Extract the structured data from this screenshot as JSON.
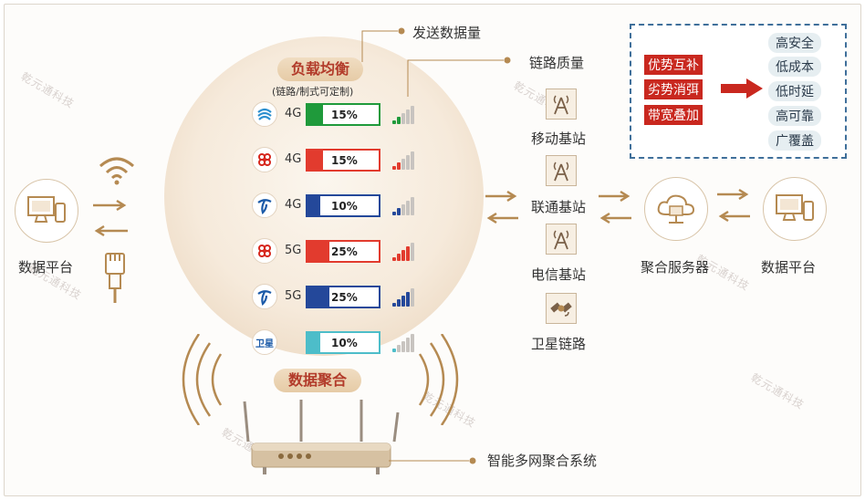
{
  "labels": {
    "left_platform": "数据平台",
    "right_platform": "数据平台",
    "send_volume": "发送数据量",
    "link_quality": "链路质量",
    "load_balance": "负载均衡",
    "load_balance_sub": "(链路/制式可定制)",
    "data_aggregation": "数据聚合",
    "system": "智能多网聚合系统",
    "aggregation_server": "聚合服务器"
  },
  "carriers": [
    {
      "logo": "china-mobile-logo",
      "gen": "4G",
      "pct": "15%",
      "fill": 0.15,
      "color": "#1f9a3b",
      "signal": 2
    },
    {
      "logo": "china-unicom-logo",
      "gen": "4G",
      "pct": "15%",
      "fill": 0.15,
      "color": "#e23b2e",
      "signal": 2
    },
    {
      "logo": "china-telecom-logo",
      "gen": "4G",
      "pct": "10%",
      "fill": 0.1,
      "color": "#24489a",
      "signal": 2
    },
    {
      "logo": "china-unicom-logo",
      "gen": "5G",
      "pct": "25%",
      "fill": 0.25,
      "color": "#e23b2e",
      "signal": 4
    },
    {
      "logo": "china-telecom-logo",
      "gen": "5G",
      "pct": "25%",
      "fill": 0.25,
      "color": "#24489a",
      "signal": 4
    },
    {
      "logo": "satellite-logo",
      "logo_text": "卫星",
      "gen": "",
      "pct": "10%",
      "fill": 0.1,
      "color": "#4dbdc9",
      "signal": 1
    }
  ],
  "links": [
    {
      "label": "移动基站",
      "icon": "tower-icon"
    },
    {
      "label": "联通基站",
      "icon": "tower-icon"
    },
    {
      "label": "电信基站",
      "icon": "tower-icon"
    },
    {
      "label": "卫星链路",
      "icon": "satellite-icon"
    }
  ],
  "advantages": {
    "left": [
      "优势互补",
      "劣势消弭",
      "带宽叠加"
    ],
    "right": [
      "高安全",
      "低成本",
      "低时延",
      "高可靠",
      "广覆盖"
    ]
  },
  "watermark": "乾元通科技",
  "colors": {
    "accent_red": "#c9281f",
    "brown": "#b58a52",
    "navy": "#24489a",
    "green": "#1f9a3b"
  }
}
